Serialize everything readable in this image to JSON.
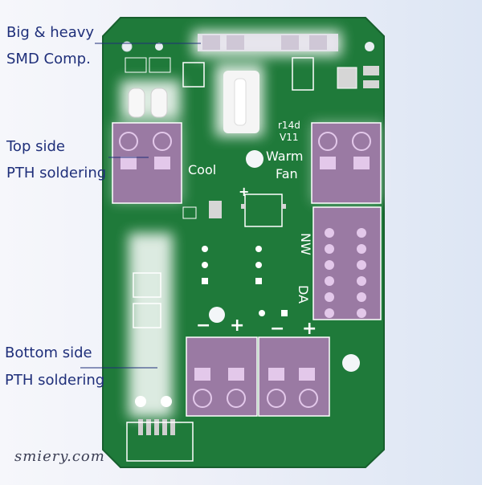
{
  "annotations": {
    "smd_line1": "Big & heavy",
    "smd_line2": "SMD Comp.",
    "top_line1": "Top side",
    "top_line2": "PTH soldering",
    "bottom_line1": "Bottom side",
    "bottom_line2": "PTH soldering"
  },
  "board_text": {
    "cool": "Cool",
    "warm": "Warm",
    "fan": "Fan",
    "version_1": "r14d",
    "version_2": "V11",
    "nw": "NW",
    "da": "DA",
    "plus": "+",
    "minus": "−"
  },
  "brand": "smiery.com",
  "colors": {
    "board_green": "#1f7a3a",
    "terminal_purple": "#9a7aa3",
    "label_blue": "#1f2f7a",
    "glow_white": "#ffffff"
  }
}
